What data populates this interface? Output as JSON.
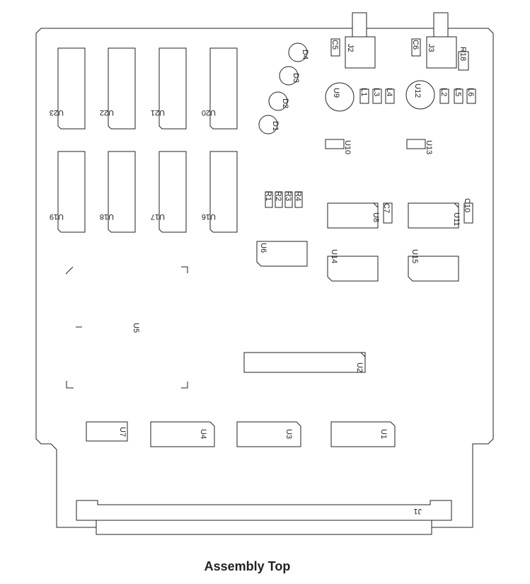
{
  "title": "Assembly Top",
  "refs": {
    "U1": "U1",
    "U2": "U2",
    "U3": "U3",
    "U4": "U4",
    "U5": "U5",
    "U6": "U6",
    "U7": "U7",
    "U8": "U8",
    "U9": "U9",
    "U10": "U10",
    "U11": "U11",
    "U12": "U12",
    "U13": "U13",
    "U14": "U14",
    "U15": "U15",
    "U16": "U16",
    "U17": "U17",
    "U18": "U18",
    "U19": "U19",
    "U20": "U20",
    "U21": "U21",
    "U22": "U22",
    "U23": "U23",
    "J1": "J1",
    "J2": "J2",
    "J3": "J3",
    "D1": "D1",
    "D2": "D2",
    "D3": "D3",
    "D4": "D4",
    "C5": "C5",
    "C6": "C6",
    "C7": "C7",
    "C10": "C10",
    "R1": "R1",
    "R2": "R2",
    "R3": "R3",
    "R4": "R4",
    "R18": "R18",
    "L1": "L1",
    "L2": "L2",
    "L3": "L3",
    "L4": "L4",
    "L5": "L5",
    "L6": "L6"
  }
}
